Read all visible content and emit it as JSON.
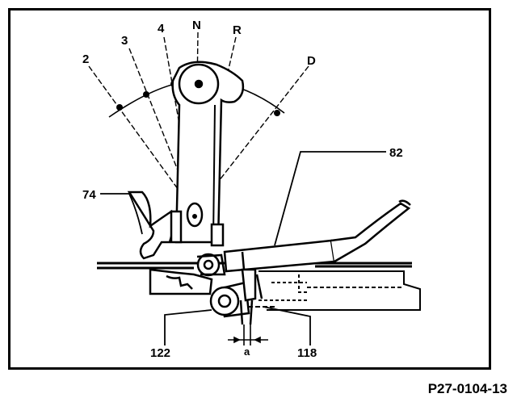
{
  "figure": {
    "code": "P27-0104-13"
  },
  "positions": {
    "label_2": "2",
    "label_3": "3",
    "label_4": "4",
    "label_N": "N",
    "label_R": "R",
    "label_D": "D"
  },
  "callouts": {
    "part_74": "74",
    "part_82": "82",
    "part_122": "122",
    "part_118": "118",
    "dim_a": "a"
  }
}
